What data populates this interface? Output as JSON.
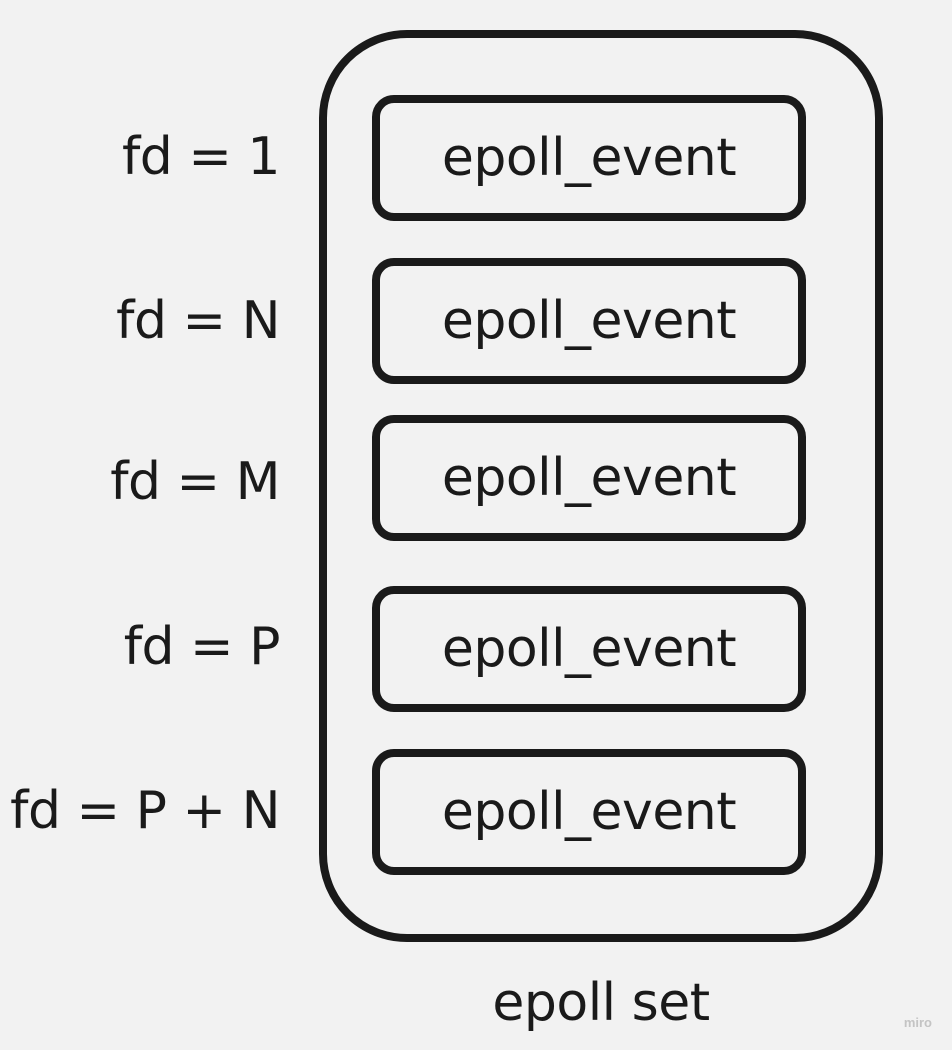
{
  "fd_labels": [
    "fd = 1",
    "fd = N",
    "fd = M",
    "fd = P",
    "fd = P + N"
  ],
  "events": [
    "epoll_event",
    "epoll_event",
    "epoll_event",
    "epoll_event",
    "epoll_event"
  ],
  "set_label": "epoll set",
  "watermark": "miro"
}
